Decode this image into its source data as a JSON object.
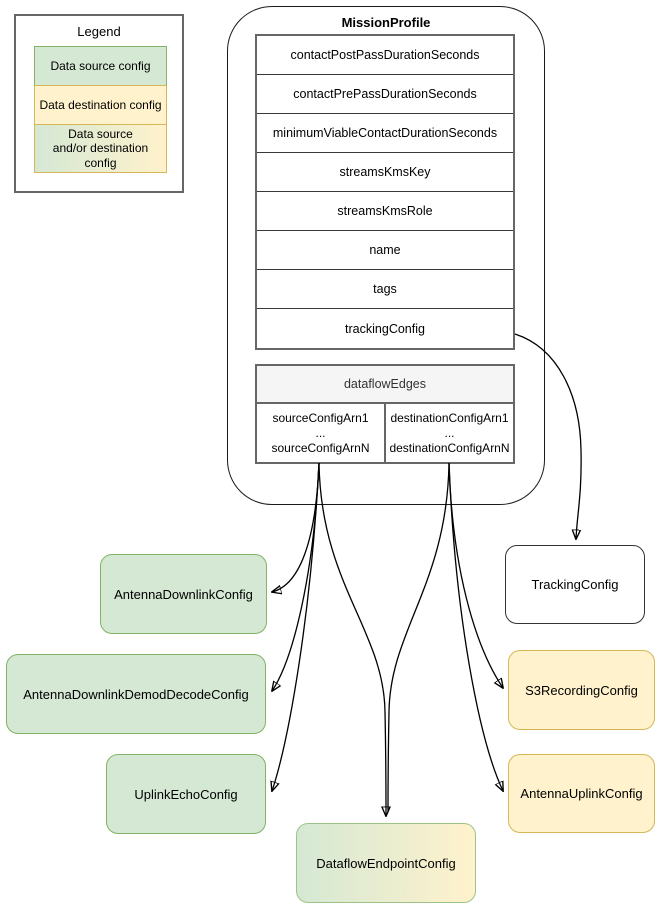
{
  "legend": {
    "title": "Legend",
    "items": [
      {
        "label": "Data source config",
        "type": "source"
      },
      {
        "label": "Data destination config",
        "type": "destination"
      },
      {
        "label": "Data source\nand/or destination\nconfig",
        "type": "both"
      }
    ]
  },
  "mission_profile": {
    "title": "MissionProfile",
    "rows": [
      "contactPostPassDurationSeconds",
      "contactPrePassDurationSeconds",
      "minimumViableContactDurationSeconds",
      "streamsKmsKey",
      "streamsKmsRole",
      "name",
      "tags",
      "trackingConfig"
    ],
    "dataflow_edges": {
      "header": "dataflowEdges",
      "source_cell": "sourceConfigArn1\n...\nsourceConfigArnN",
      "destination_cell": "destinationConfigArn1\n...\ndestinationConfigArnN"
    }
  },
  "nodes": {
    "antenna_downlink": {
      "label": "AntennaDownlinkConfig",
      "category": "source"
    },
    "antenna_downlink_demod_decode": {
      "label": "AntennaDownlinkDemodDecodeConfig",
      "category": "source"
    },
    "uplink_echo": {
      "label": "UplinkEchoConfig",
      "category": "source"
    },
    "dataflow_endpoint": {
      "label": "DataflowEndpointConfig",
      "category": "source-and-or-destination"
    },
    "tracking": {
      "label": "TrackingConfig",
      "category": "neutral"
    },
    "s3_recording": {
      "label": "S3RecordingConfig",
      "category": "destination"
    },
    "antenna_uplink": {
      "label": "AntennaUplinkConfig",
      "category": "destination"
    }
  },
  "colors": {
    "source_fill": "#d5e8d4",
    "source_border": "#82b366",
    "destination_fill": "#fff2cc",
    "destination_border": "#d6b656",
    "header_fill": "#f5f5f5",
    "table_border": "#666666",
    "line": "#000000"
  }
}
